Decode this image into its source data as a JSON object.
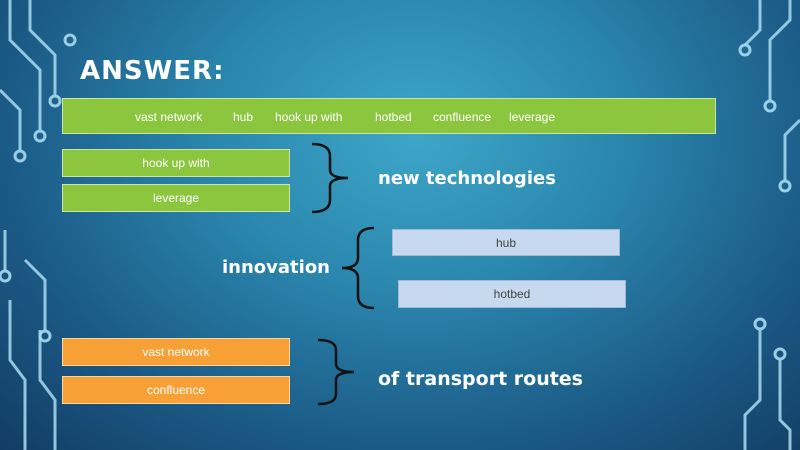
{
  "title": "ANSWER:",
  "word_bank": [
    "vast network",
    "hub",
    "hook up with",
    "hotbed",
    "confluence",
    "leverage"
  ],
  "group1": {
    "items": [
      "hook up with",
      "leverage"
    ],
    "label": "new technologies"
  },
  "group2": {
    "items": [
      "hub",
      "hotbed"
    ],
    "label": "innovation"
  },
  "group3": {
    "items": [
      "vast network",
      "confluence"
    ],
    "label": "of transport routes"
  },
  "colors": {
    "green": "#8cc63f",
    "orange": "#f7a035",
    "light_blue": "#c7d9ee",
    "background": "#2a86ad"
  }
}
